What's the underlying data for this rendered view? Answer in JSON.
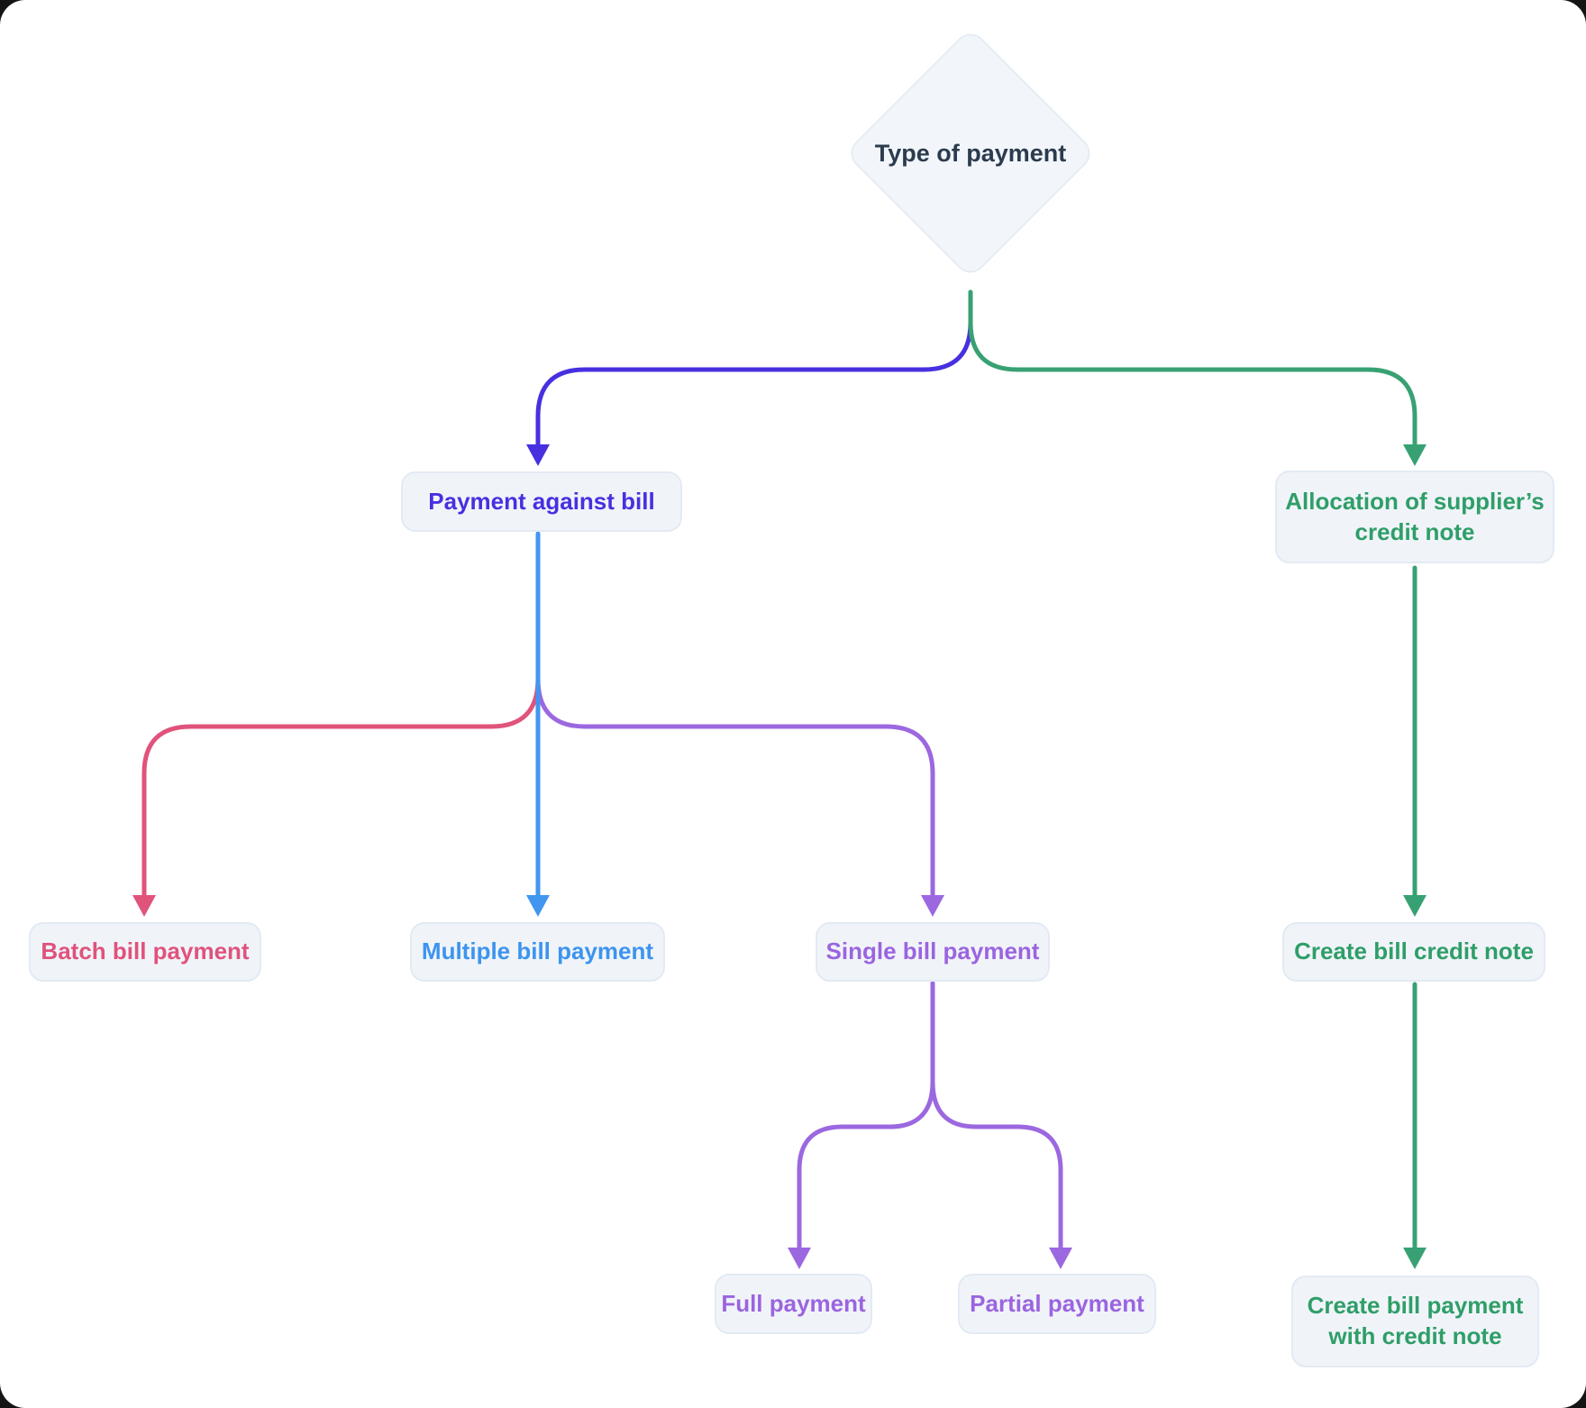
{
  "palette": {
    "title_text": "#2C3B4E",
    "indigo": "#4730E0",
    "green": "#38A173",
    "blue": "#4196F0",
    "pink": "#E0537B",
    "purple": "#9C68E0",
    "node_background": "#F0F4F9",
    "node_border": "#E3EAF3"
  },
  "nodes": {
    "type_of_payment": {
      "label": "Type of payment"
    },
    "payment_against_bill": {
      "label": "Payment against bill"
    },
    "allocation_credit_note": {
      "label": "Allocation of supplier’s\ncredit note"
    },
    "batch_bill_payment": {
      "label": "Batch bill payment"
    },
    "multiple_bill_payment": {
      "label": "Multiple bill payment"
    },
    "single_bill_payment": {
      "label": "Single bill payment"
    },
    "full_payment": {
      "label": "Full payment"
    },
    "partial_payment": {
      "label": "Partial payment"
    },
    "create_bill_credit_note": {
      "label": "Create bill credit note"
    },
    "create_bill_payment_with_credit_note": {
      "label": "Create bill payment\nwith credit note"
    }
  },
  "edges": [
    {
      "from": "type_of_payment",
      "to": "payment_against_bill",
      "color": "#4730E0"
    },
    {
      "from": "type_of_payment",
      "to": "allocation_credit_note",
      "color": "#38A173"
    },
    {
      "from": "payment_against_bill",
      "to": "batch_bill_payment",
      "color": "#E0537B"
    },
    {
      "from": "payment_against_bill",
      "to": "multiple_bill_payment",
      "color": "#4196F0"
    },
    {
      "from": "payment_against_bill",
      "to": "single_bill_payment",
      "color": "#9C68E0"
    },
    {
      "from": "single_bill_payment",
      "to": "full_payment",
      "color": "#9C68E0"
    },
    {
      "from": "single_bill_payment",
      "to": "partial_payment",
      "color": "#9C68E0"
    },
    {
      "from": "allocation_credit_note",
      "to": "create_bill_credit_note",
      "color": "#38A173"
    },
    {
      "from": "create_bill_credit_note",
      "to": "create_bill_payment_with_credit_note",
      "color": "#38A173"
    }
  ]
}
